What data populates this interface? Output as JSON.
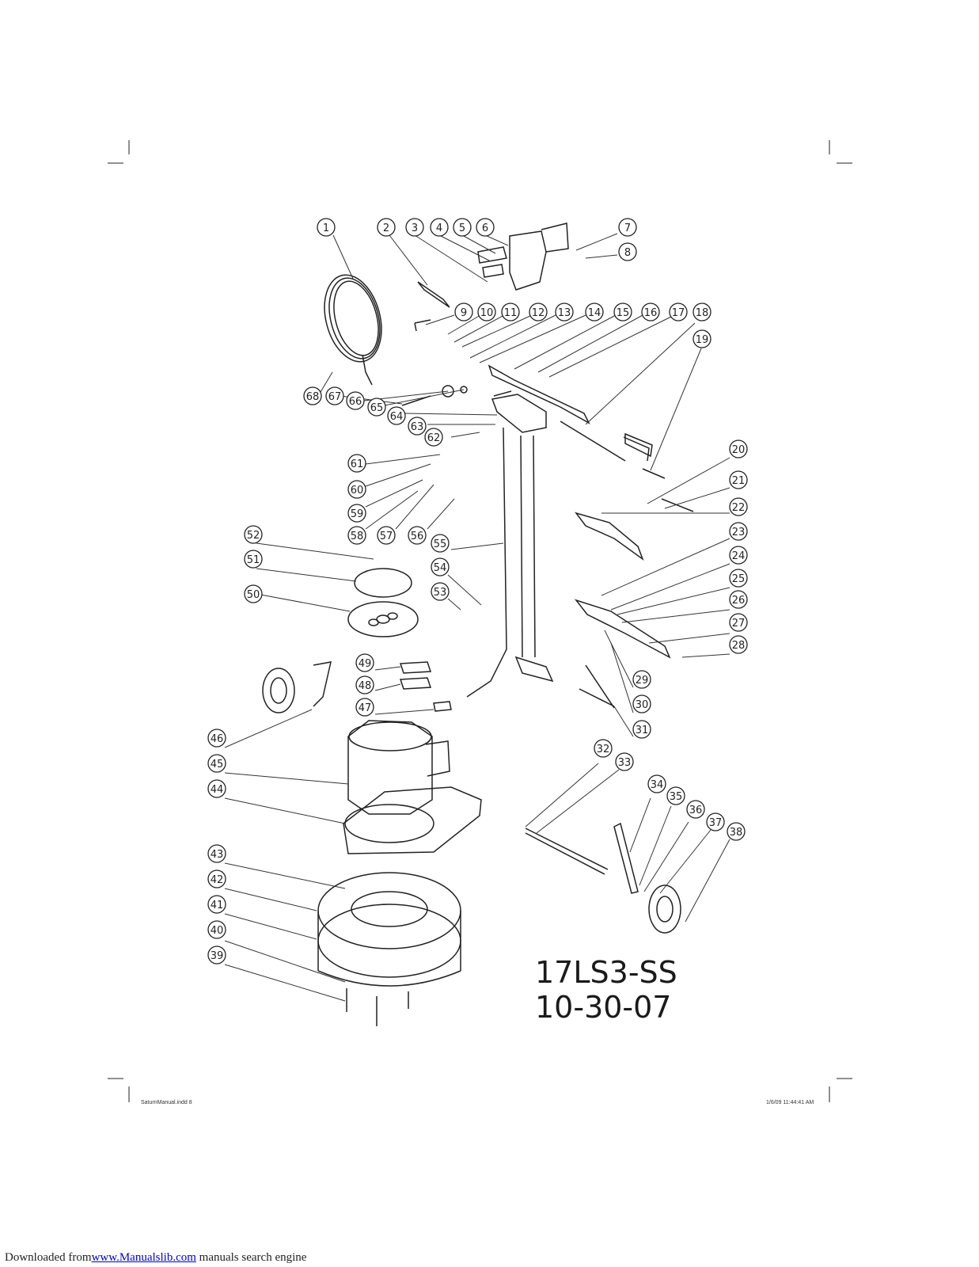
{
  "diagram": {
    "model": "17LS3-SS",
    "date": "10-30-07",
    "callouts": [
      "1",
      "2",
      "3",
      "4",
      "5",
      "6",
      "7",
      "8",
      "9",
      "10",
      "11",
      "12",
      "13",
      "14",
      "15",
      "16",
      "17",
      "18",
      "19",
      "20",
      "21",
      "22",
      "23",
      "24",
      "25",
      "26",
      "27",
      "28",
      "29",
      "30",
      "31",
      "32",
      "33",
      "34",
      "35",
      "36",
      "37",
      "38",
      "39",
      "40",
      "41",
      "42",
      "43",
      "44",
      "45",
      "46",
      "47",
      "48",
      "49",
      "50",
      "51",
      "52",
      "53",
      "54",
      "55",
      "56",
      "57",
      "58",
      "59",
      "60",
      "61",
      "62",
      "63",
      "64",
      "65",
      "66",
      "67",
      "68"
    ]
  },
  "footer": {
    "file_label": "SaturnManual.indd  8",
    "timestamp": "1/6/09  11:44:41 AM"
  },
  "download_bar": {
    "prefix": "Downloaded from",
    "link": "www.Manualslib.com",
    "suffix": " manuals search engine"
  },
  "colors": {
    "line": "#222222",
    "link": "#0000cc"
  }
}
